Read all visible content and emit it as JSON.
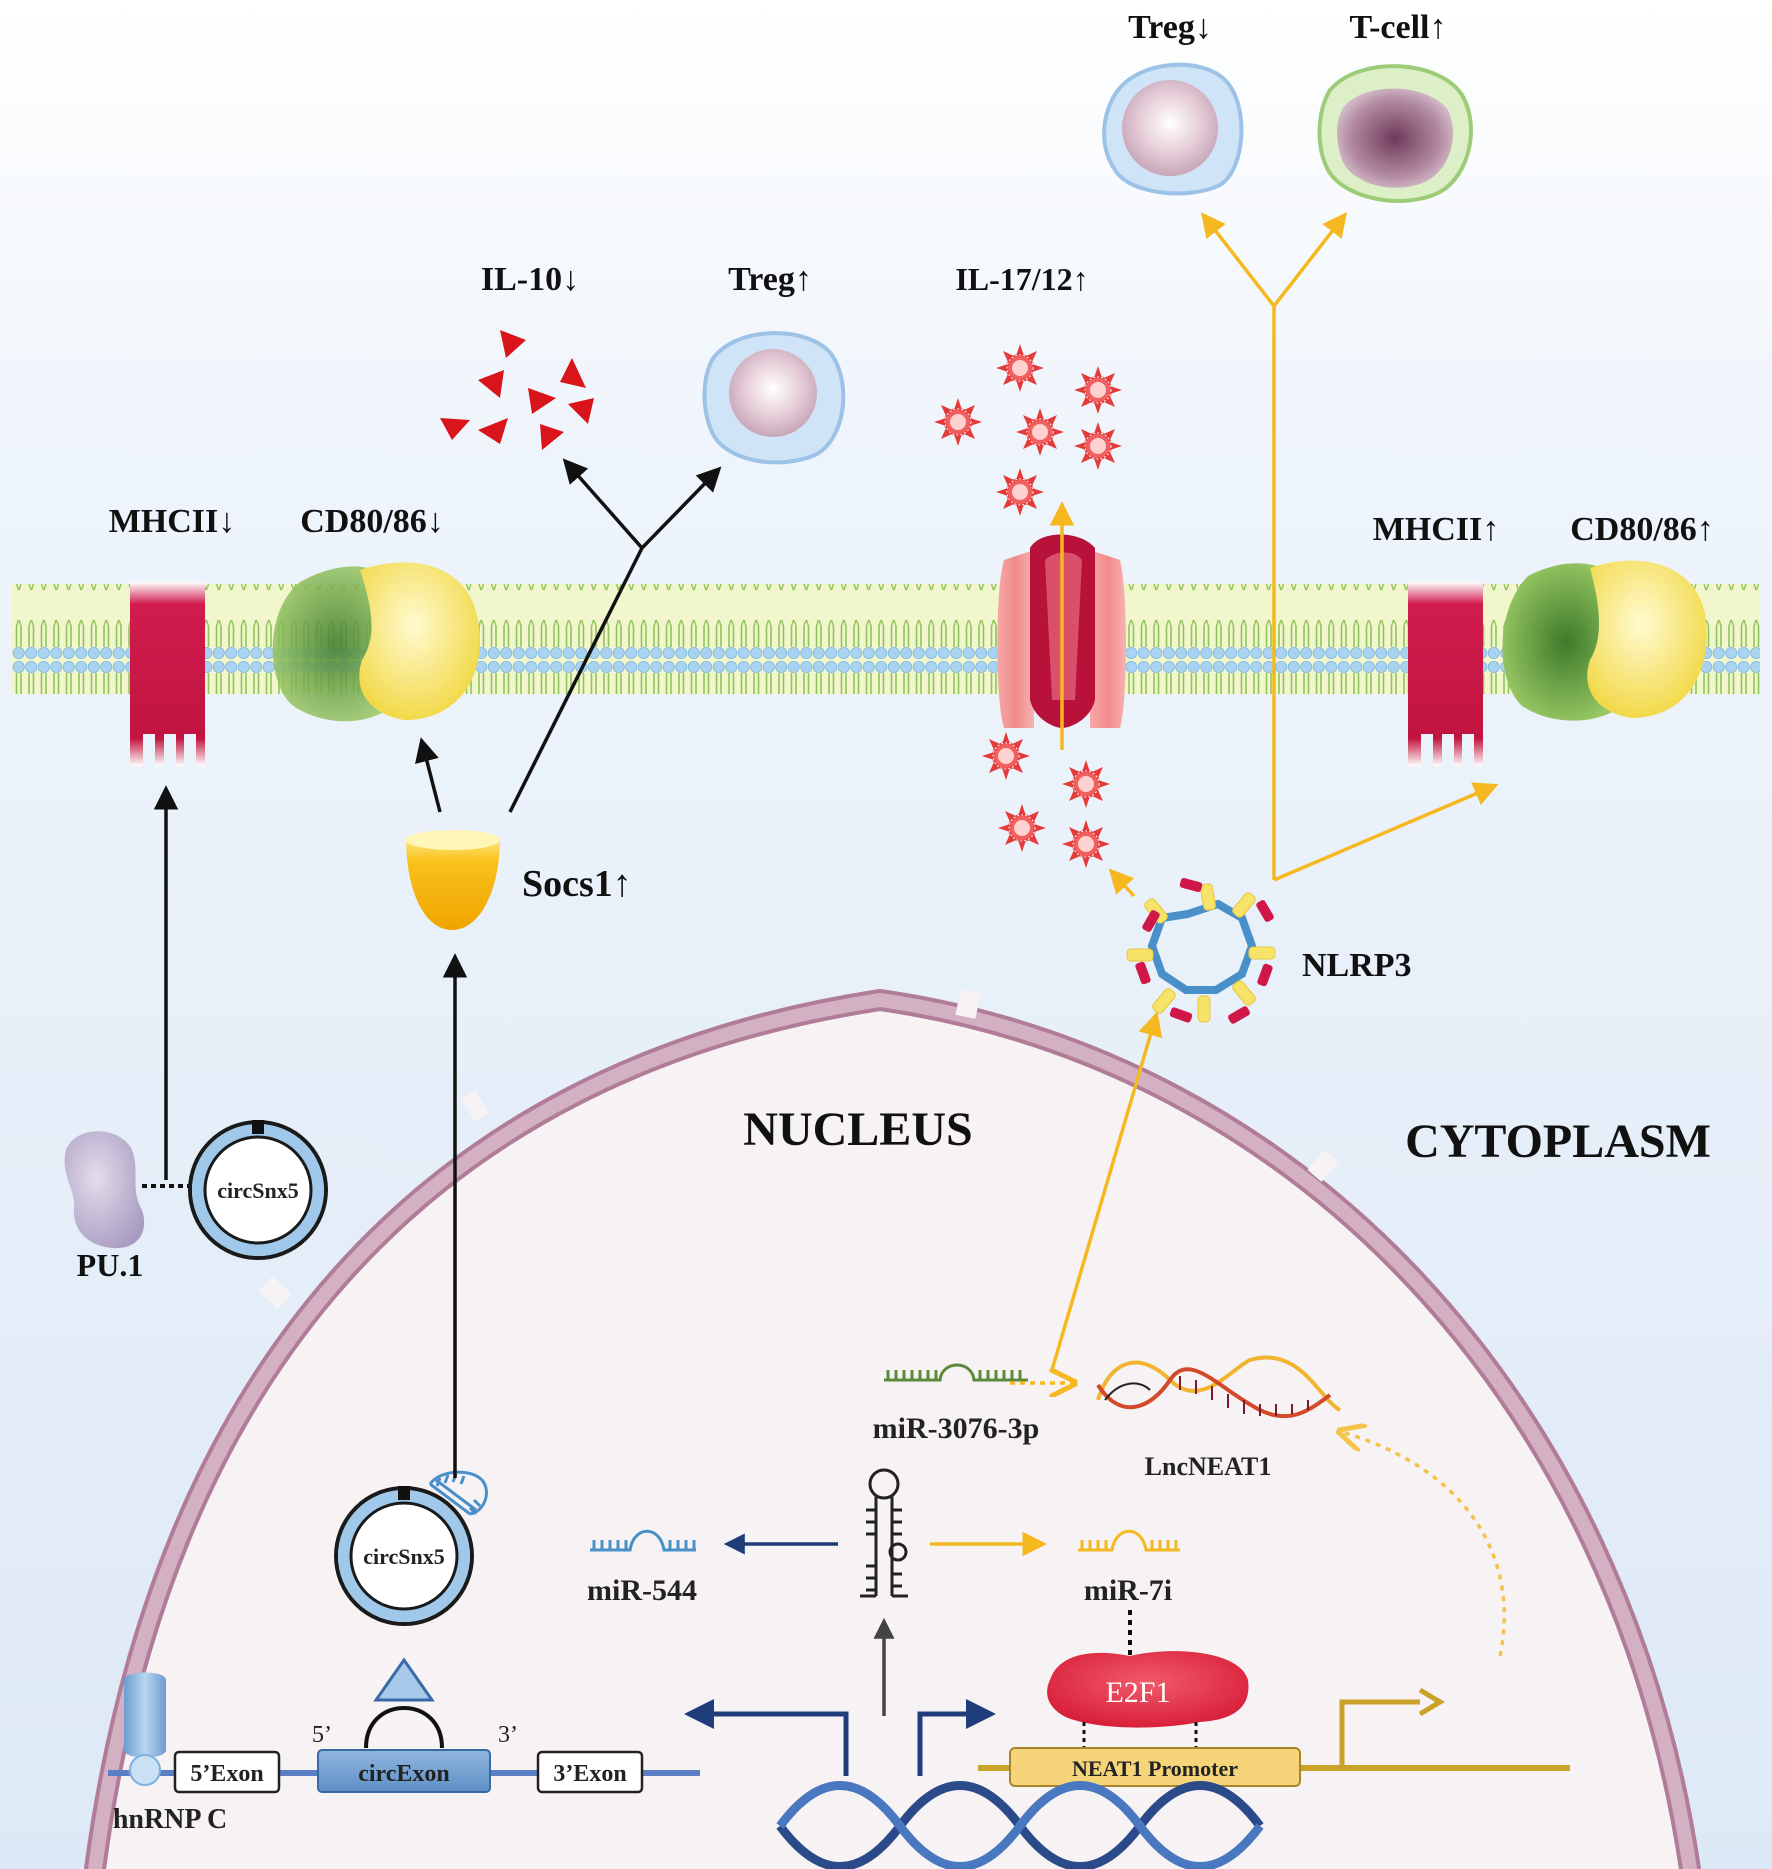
{
  "labels": {
    "treg_down_top": "Treg↓",
    "tcell_up": "T-cell↑",
    "il10_down": "IL-10↓",
    "treg_up": "Treg↑",
    "il17_12_up": "IL-17/12↑",
    "mhcii_down": "MHCII↓",
    "cd80_86_down": "CD80/86↓",
    "mhcii_up": "MHCII↑",
    "cd80_86_up": "CD80/86↑",
    "socs1_up": "Socs1↑",
    "nlrp3": "NLRP3",
    "nucleus": "NUCLEUS",
    "cytoplasm": "CYTOPLASM",
    "pu1": "PU.1",
    "circsnx5_outer": "circSnx5",
    "circsnx5_inner": "circSnx5",
    "mir3076": "miR-3076-3p",
    "lncneat1": "LncNEAT1",
    "mir544": "miR-544",
    "mir7i": "miR-7i",
    "e2f1": "E2F1",
    "neat1_promoter": "NEAT1  Promoter",
    "exon5": "5’Exon",
    "circexon": "circExon",
    "exon3": "3’Exon",
    "prime5": "5’",
    "prime3": "3’",
    "hnrnpc": "hnRNP C"
  },
  "colors": {
    "membrane_bead": "#a9d3f0",
    "membrane_tail": "#8fc45a",
    "mhcii": "#cc1a4a",
    "cd_green": "#7bb443",
    "cd_yellow": "#f4e36a",
    "pathway_yellow": "#f5b820",
    "pathway_black": "#111111",
    "pathway_blue": "#1f3d7a",
    "nucleus_envelope": "#c9a3b6",
    "cytokine_red": "#e53a3a",
    "e2f1": "#e8344a",
    "promoter": "#f6d57a"
  }
}
